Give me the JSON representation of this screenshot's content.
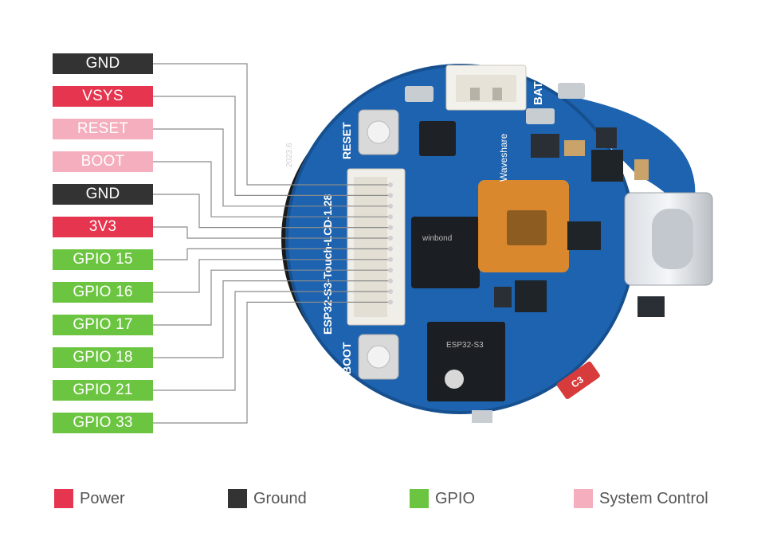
{
  "pins": [
    {
      "label": "GND",
      "type": "gnd"
    },
    {
      "label": "VSYS",
      "type": "pwr"
    },
    {
      "label": "RESET",
      "type": "sys"
    },
    {
      "label": "BOOT",
      "type": "sys"
    },
    {
      "label": "GND",
      "type": "gnd"
    },
    {
      "label": "3V3",
      "type": "pwr"
    },
    {
      "label": "GPIO 15",
      "type": "gpio"
    },
    {
      "label": "GPIO 16",
      "type": "gpio"
    },
    {
      "label": "GPIO 17",
      "type": "gpio"
    },
    {
      "label": "GPIO 18",
      "type": "gpio"
    },
    {
      "label": "GPIO 21",
      "type": "gpio"
    },
    {
      "label": "GPIO 33",
      "type": "gpio"
    }
  ],
  "legend": [
    {
      "label": "Power",
      "color": "#e5354f"
    },
    {
      "label": "Ground",
      "color": "#333333"
    },
    {
      "label": "GPIO",
      "color": "#6cc541"
    },
    {
      "label": "System Control",
      "color": "#f5aebd"
    }
  ],
  "board": {
    "silkscreen_name": "ESP32-S3-Touch-LCD-1.28",
    "reset_label": "RESET",
    "boot_label": "BOOT",
    "bat_label": "BAT",
    "brand": "Waveshare",
    "flash_chip": "winbond",
    "module_label": "ESP32-S3",
    "cap_label": "C3",
    "revision": "2023.6"
  },
  "colors": {
    "pcb": "#1d63b0",
    "pcb_edge": "#17508f",
    "line": "#8a8a8a"
  }
}
